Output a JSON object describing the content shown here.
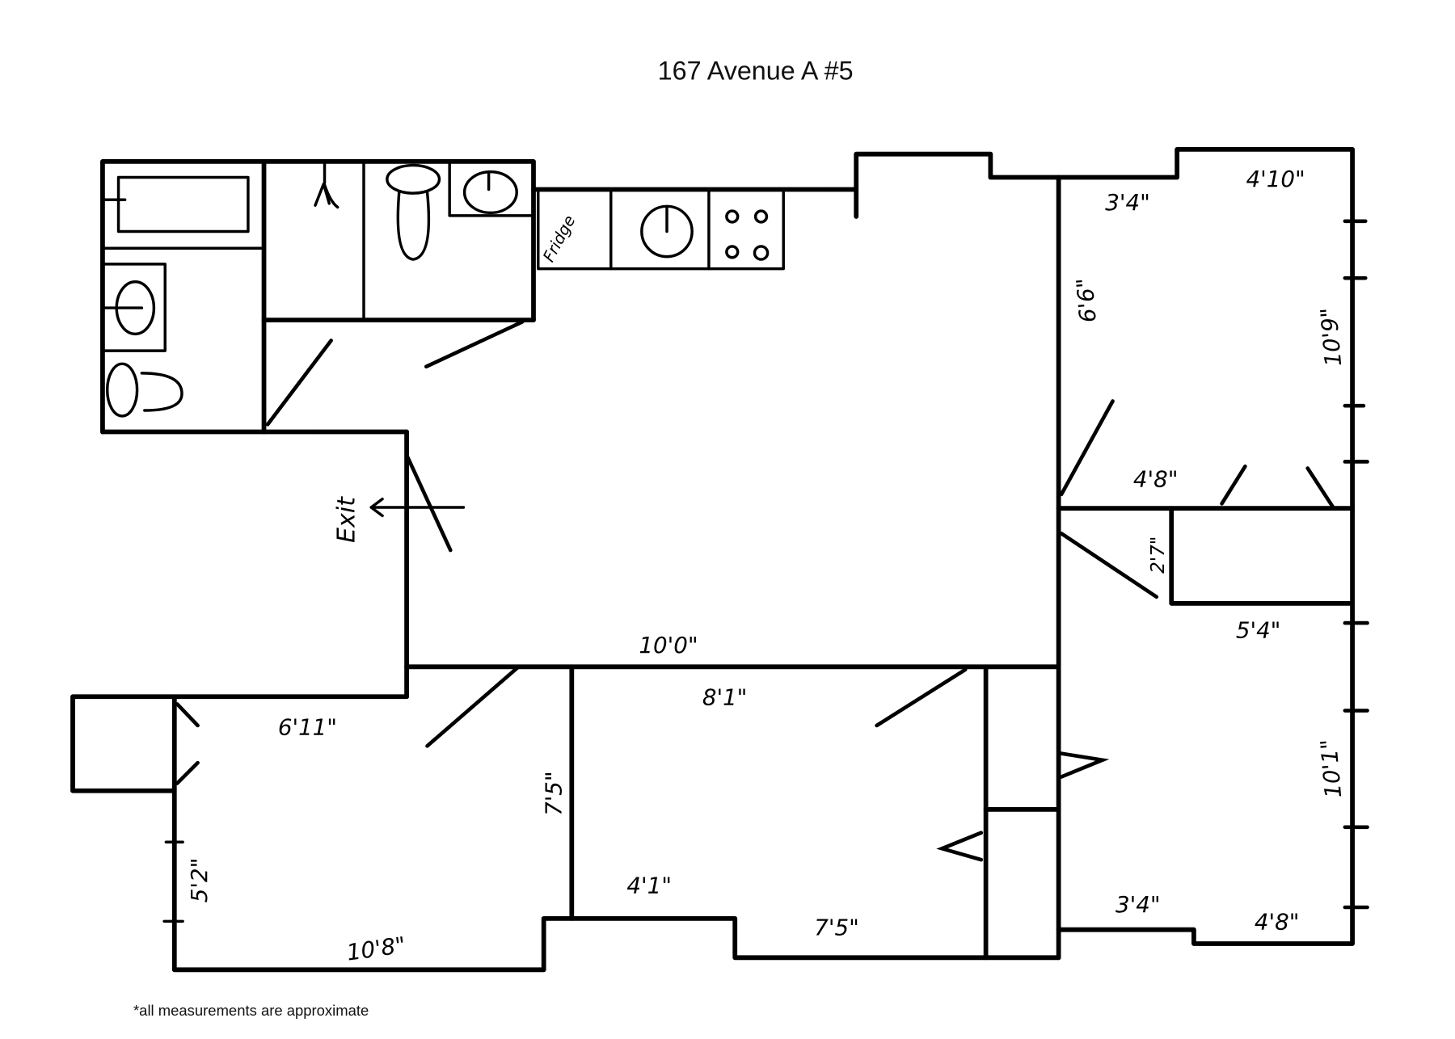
{
  "title": "167 Avenue A #5",
  "footnote": "*all measurements are approximate",
  "labels": {
    "fridge": "Fridge",
    "exit": "Exit"
  },
  "measurements": {
    "br1_top_left": "3'4\"",
    "br1_top_right": "4'10\"",
    "br1_left": "6'6\"",
    "br1_right": "10'9\"",
    "br1_bottom": "4'8\"",
    "closet_height": "2'7\"",
    "closet_width": "5'4\"",
    "living_bottom": "10'0\"",
    "br2_top": "8'1\"",
    "br3_top": "6'11\"",
    "br3_right": "7'5\"",
    "br3_left": "5'2\"",
    "br3_bottom": "10'8\"",
    "br2_bottom_left": "4'1\"",
    "br2_bottom_right": "7'5\"",
    "br4_bottom_left": "3'4\"",
    "br4_bottom_right": "4'8\"",
    "br4_right": "10'1\""
  }
}
